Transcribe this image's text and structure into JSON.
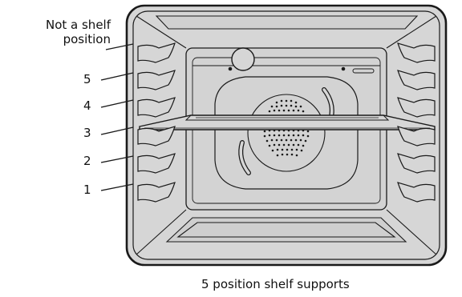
{
  "labels": {
    "not_shelf_line1": "Not a shelf",
    "not_shelf_line2": "position",
    "level_5": "5",
    "level_4": "4",
    "level_3": "3",
    "level_2": "2",
    "level_1": "1"
  },
  "caption": "5 position shelf supports",
  "colors": {
    "cavity_fill": "#d6d6d6",
    "outline": "#1a1a1a"
  }
}
